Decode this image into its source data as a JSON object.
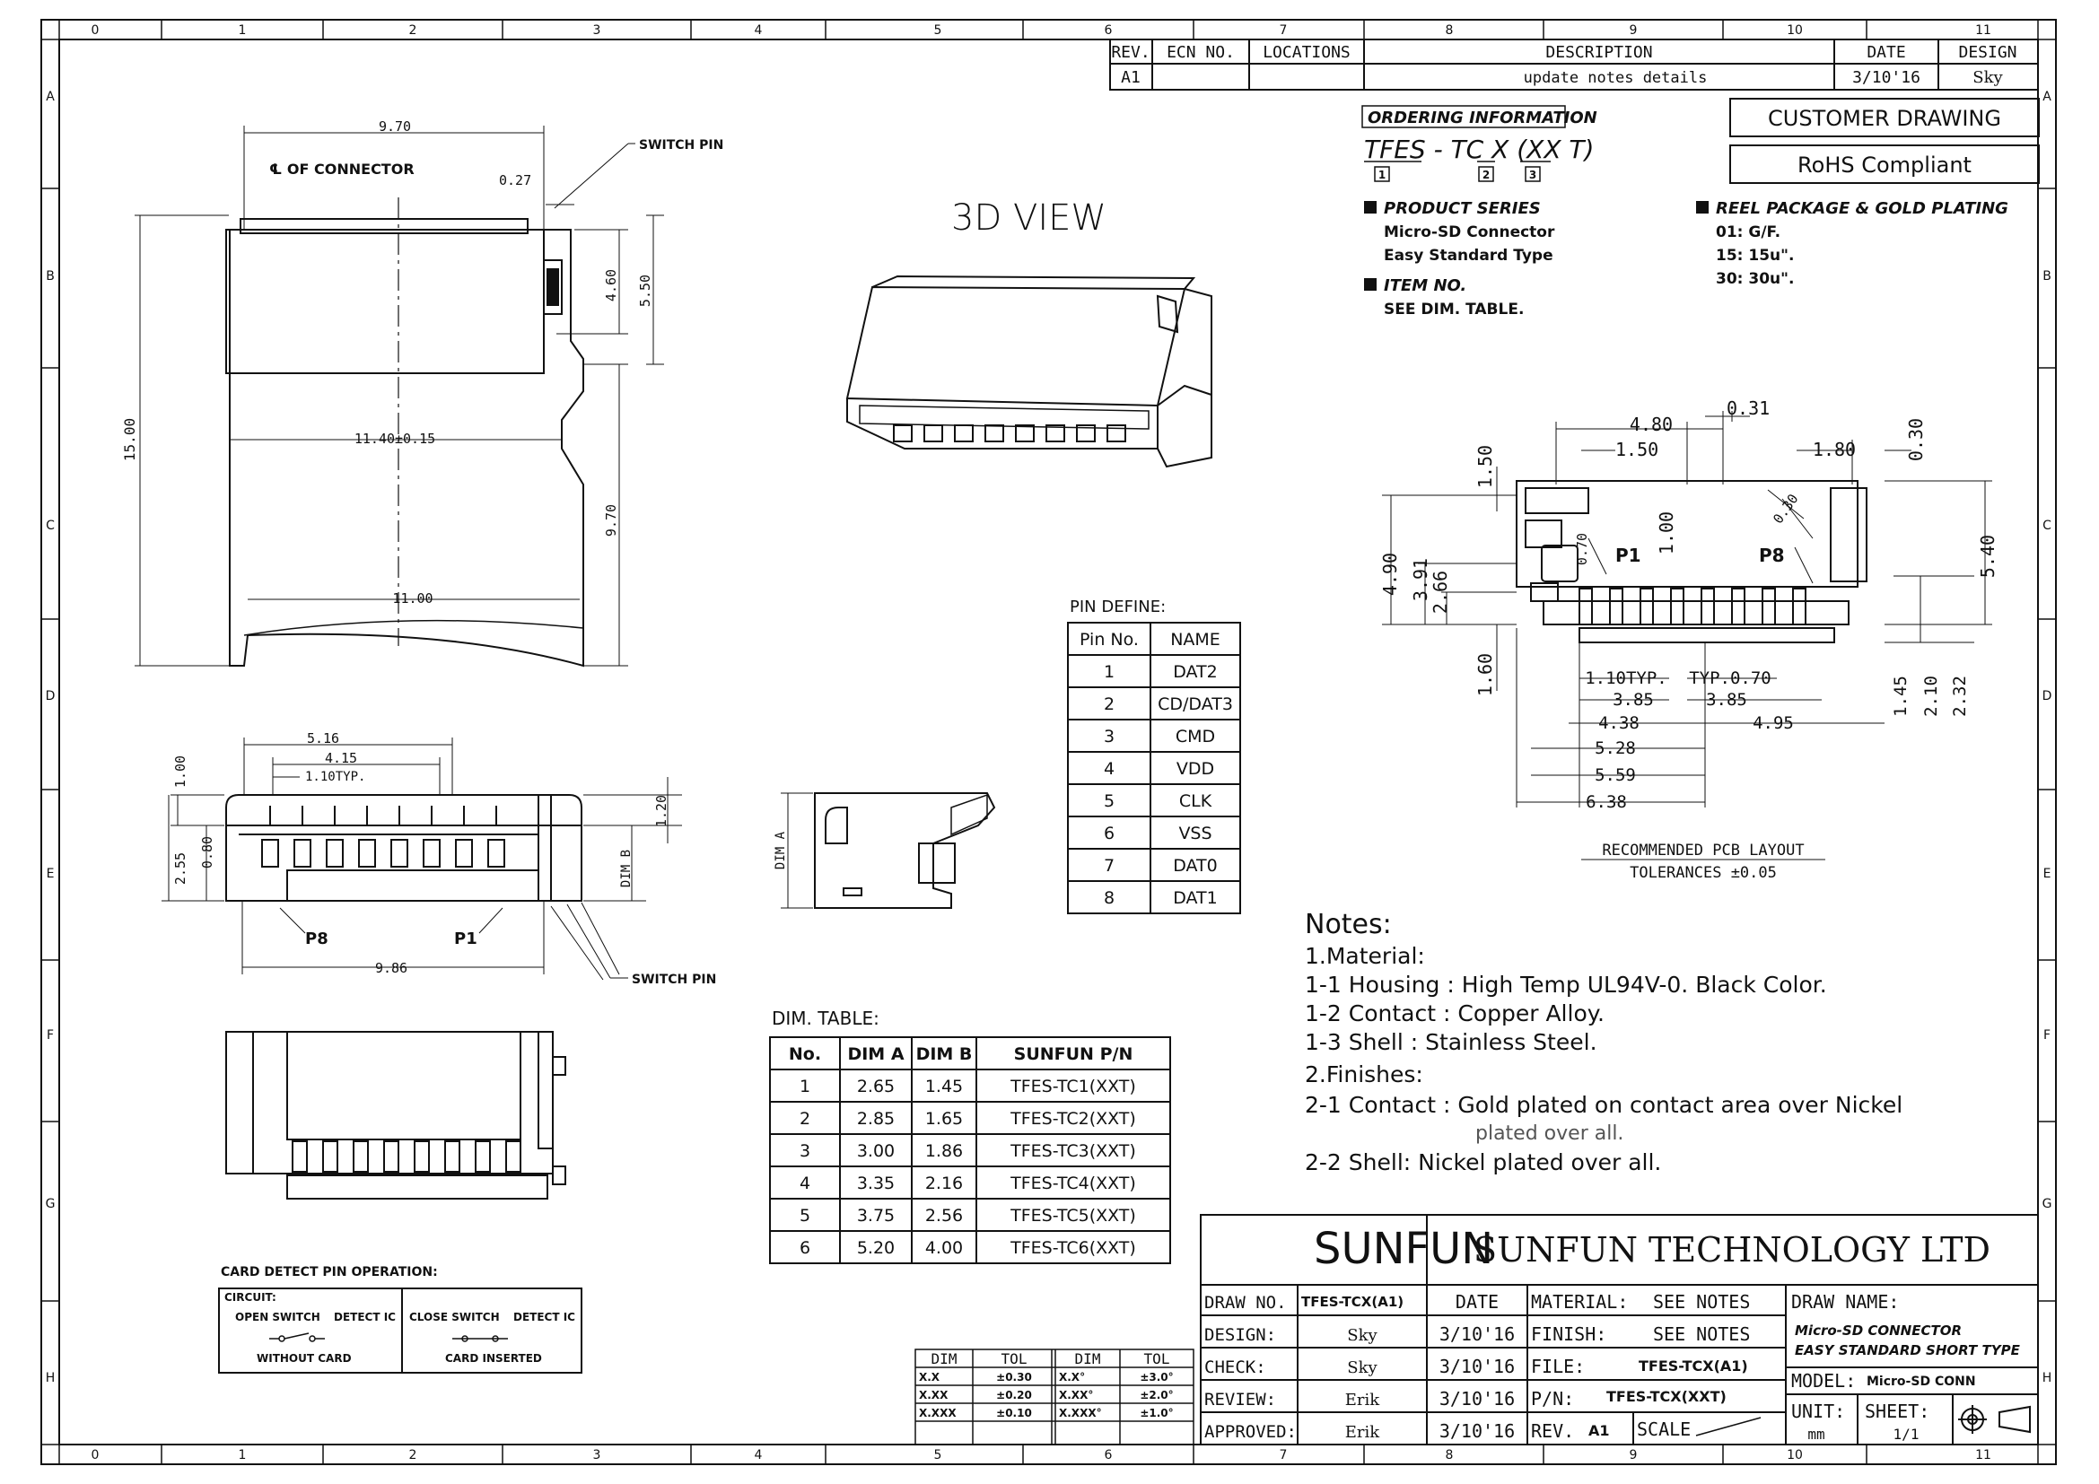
{
  "frame": {
    "col_labels": [
      "0",
      "1",
      "2",
      "3",
      "4",
      "5",
      "6",
      "7",
      "8",
      "9",
      "10",
      "11"
    ],
    "row_labels": [
      "A",
      "B",
      "C",
      "D",
      "E",
      "F",
      "G",
      "H"
    ]
  },
  "revision_block": {
    "headers": [
      "REV.",
      "ECN NO.",
      "LOCATIONS",
      "DESCRIPTION",
      "DATE",
      "DESIGN"
    ],
    "row": [
      "A1",
      "",
      "",
      "update notes details",
      "3/10'16",
      "Sky"
    ]
  },
  "ordering": {
    "title": "ORDERING INFORMATION",
    "part_code": "TFES - TC X  (XX T)",
    "markers": [
      "1",
      "2",
      "3"
    ],
    "product_series_title": "PRODUCT SERIES",
    "product_series_lines": [
      "Micro-SD Connector",
      "Easy Standard Type"
    ],
    "item_no_title": "ITEM NO.",
    "item_no_line": "SEE DIM. TABLE.",
    "reel_title": "REEL PACKAGE & GOLD PLATING",
    "reel_lines": [
      "01: G/F.",
      "15: 15u\".",
      "30: 30u\"."
    ]
  },
  "badges": {
    "customer": "CUSTOMER DRAWING",
    "rohs": "RoHS Compliant"
  },
  "view_3d_label": "3D VIEW",
  "top_view": {
    "dims": {
      "w970": "9.70",
      "switch_pin": "SWITCH PIN",
      "centerline": "℄ OF CONNECTOR",
      "d027": "0.27",
      "d460": "4.60",
      "d550": "5.50",
      "d1500": "15.00",
      "d1140": "11.40±0.15",
      "d970v": "9.70",
      "d1100": "11.00"
    }
  },
  "front_view": {
    "dims": {
      "d516": "5.16",
      "d415": "4.15",
      "d110": "1.10TYP.",
      "d100": "1.00",
      "d255": "2.55",
      "d080": "0.80",
      "d120": "1.20",
      "dimb": "DIM B",
      "p8": "P8",
      "p1": "P1",
      "d986": "9.86",
      "switch_pin": "SWITCH PIN"
    }
  },
  "side_view": {
    "dima": "DIM A"
  },
  "pin_define": {
    "title": "PIN DEFINE:",
    "headers": [
      "Pin No.",
      "NAME"
    ],
    "rows": [
      [
        "1",
        "DAT2"
      ],
      [
        "2",
        "CD/DAT3"
      ],
      [
        "3",
        "CMD"
      ],
      [
        "4",
        "VDD"
      ],
      [
        "5",
        "CLK"
      ],
      [
        "6",
        "VSS"
      ],
      [
        "7",
        "DAT0"
      ],
      [
        "8",
        "DAT1"
      ]
    ]
  },
  "dim_table": {
    "title": "DIM. TABLE:",
    "headers": [
      "No.",
      "DIM A",
      "DIM B",
      "SUNFUN P/N"
    ],
    "rows": [
      [
        "1",
        "2.65",
        "1.45",
        "TFES-TC1(XXT)"
      ],
      [
        "2",
        "2.85",
        "1.65",
        "TFES-TC2(XXT)"
      ],
      [
        "3",
        "3.00",
        "1.86",
        "TFES-TC3(XXT)"
      ],
      [
        "4",
        "3.35",
        "2.16",
        "TFES-TC4(XXT)"
      ],
      [
        "5",
        "3.75",
        "2.56",
        "TFES-TC5(XXT)"
      ],
      [
        "6",
        "5.20",
        "4.00",
        "TFES-TC6(XXT)"
      ]
    ]
  },
  "pcb_layout": {
    "title": "RECOMMENDED PCB LAYOUT",
    "tolerance": "TOLERANCES ±0.05",
    "dims": {
      "d480": "4.80",
      "d031": "0.31",
      "d150": "1.50",
      "d180": "1.80",
      "d030": "0.30",
      "d150v": "1.50",
      "d100v": "1.00",
      "d030d": "0.30",
      "d490": "4.90",
      "d391": "3.91",
      "d266": "2.66",
      "d070": "0.70",
      "p1": "P1",
      "p8": "P8",
      "d540": "5.40",
      "d160": "1.60",
      "d110": "1.10TYP.",
      "d070t": "TYP.0.70",
      "d385a": "3.85",
      "d385b": "3.85",
      "d438": "4.38",
      "d495": "4.95",
      "d528": "5.28",
      "d559": "5.59",
      "d638": "6.38",
      "d145": "1.45",
      "d210": "2.10",
      "d232": "2.32"
    }
  },
  "notes": {
    "title": "Notes:",
    "lines": [
      "1.Material:",
      "1-1 Housing : High Temp UL94V-0. Black Color.",
      "1-2 Contact : Copper Alloy.",
      "1-3 Shell : Stainless Steel.",
      "2.Finishes:",
      "2-1 Contact : Gold plated on contact area over Nickel",
      "plated over all.",
      "2-2 Shell: Nickel plated over all."
    ]
  },
  "card_detect": {
    "title": "CARD DETECT PIN OPERATION:",
    "circuit": "CIRCUIT:",
    "open_switch": "OPEN SWITCH",
    "detect_ic": "DETECT IC",
    "close_switch": "CLOSE SWITCH",
    "detect_ic2": "DETECT IC",
    "without_card": "WITHOUT CARD",
    "card_inserted": "CARD INSERTED"
  },
  "tolerance_table": {
    "headers": [
      "DIM",
      "TOL",
      "DIM",
      "TOL"
    ],
    "rows": [
      [
        "X.X",
        "±0.30",
        "X.X°",
        "±3.0°"
      ],
      [
        "X.XX",
        "±0.20",
        "X.XX°",
        "±2.0°"
      ],
      [
        "X.XXX",
        "±0.10",
        "X.XXX°",
        "±1.0°"
      ]
    ]
  },
  "title_block": {
    "logo": "SUNFUN",
    "company": "SUNFUN TECHNOLOGY LTD",
    "draw_no_label": "DRAW NO.",
    "draw_no": "TFES-TCX(A1)",
    "date_header": "DATE",
    "design_label": "DESIGN:",
    "design": "Sky",
    "design_date": "3/10'16",
    "check_label": "CHECK:",
    "check": "Sky",
    "check_date": "3/10'16",
    "review_label": "REVIEW:",
    "review": "Erik",
    "review_date": "3/10'16",
    "approved_label": "APPROVED:",
    "approved": "Erik",
    "approved_date": "3/10'16",
    "material_label": "MATERIAL:",
    "material": "SEE NOTES",
    "finish_label": "FINISH:",
    "finish": "SEE NOTES",
    "file_label": "FILE:",
    "file": "TFES-TCX(A1)",
    "pn_label": "P/N:",
    "pn": "TFES-TCX(XXT)",
    "rev_label": "REV.",
    "rev": "A1",
    "scale_label": "SCALE",
    "draw_name_label": "DRAW NAME:",
    "draw_name_1": "Micro-SD CONNECTOR",
    "draw_name_2": "EASY STANDARD SHORT TYPE",
    "model_label": "MODEL:",
    "model": "Micro-SD CONN",
    "unit_label": "UNIT:",
    "unit": "mm",
    "sheet_label": "SHEET:",
    "sheet": "1/1"
  }
}
